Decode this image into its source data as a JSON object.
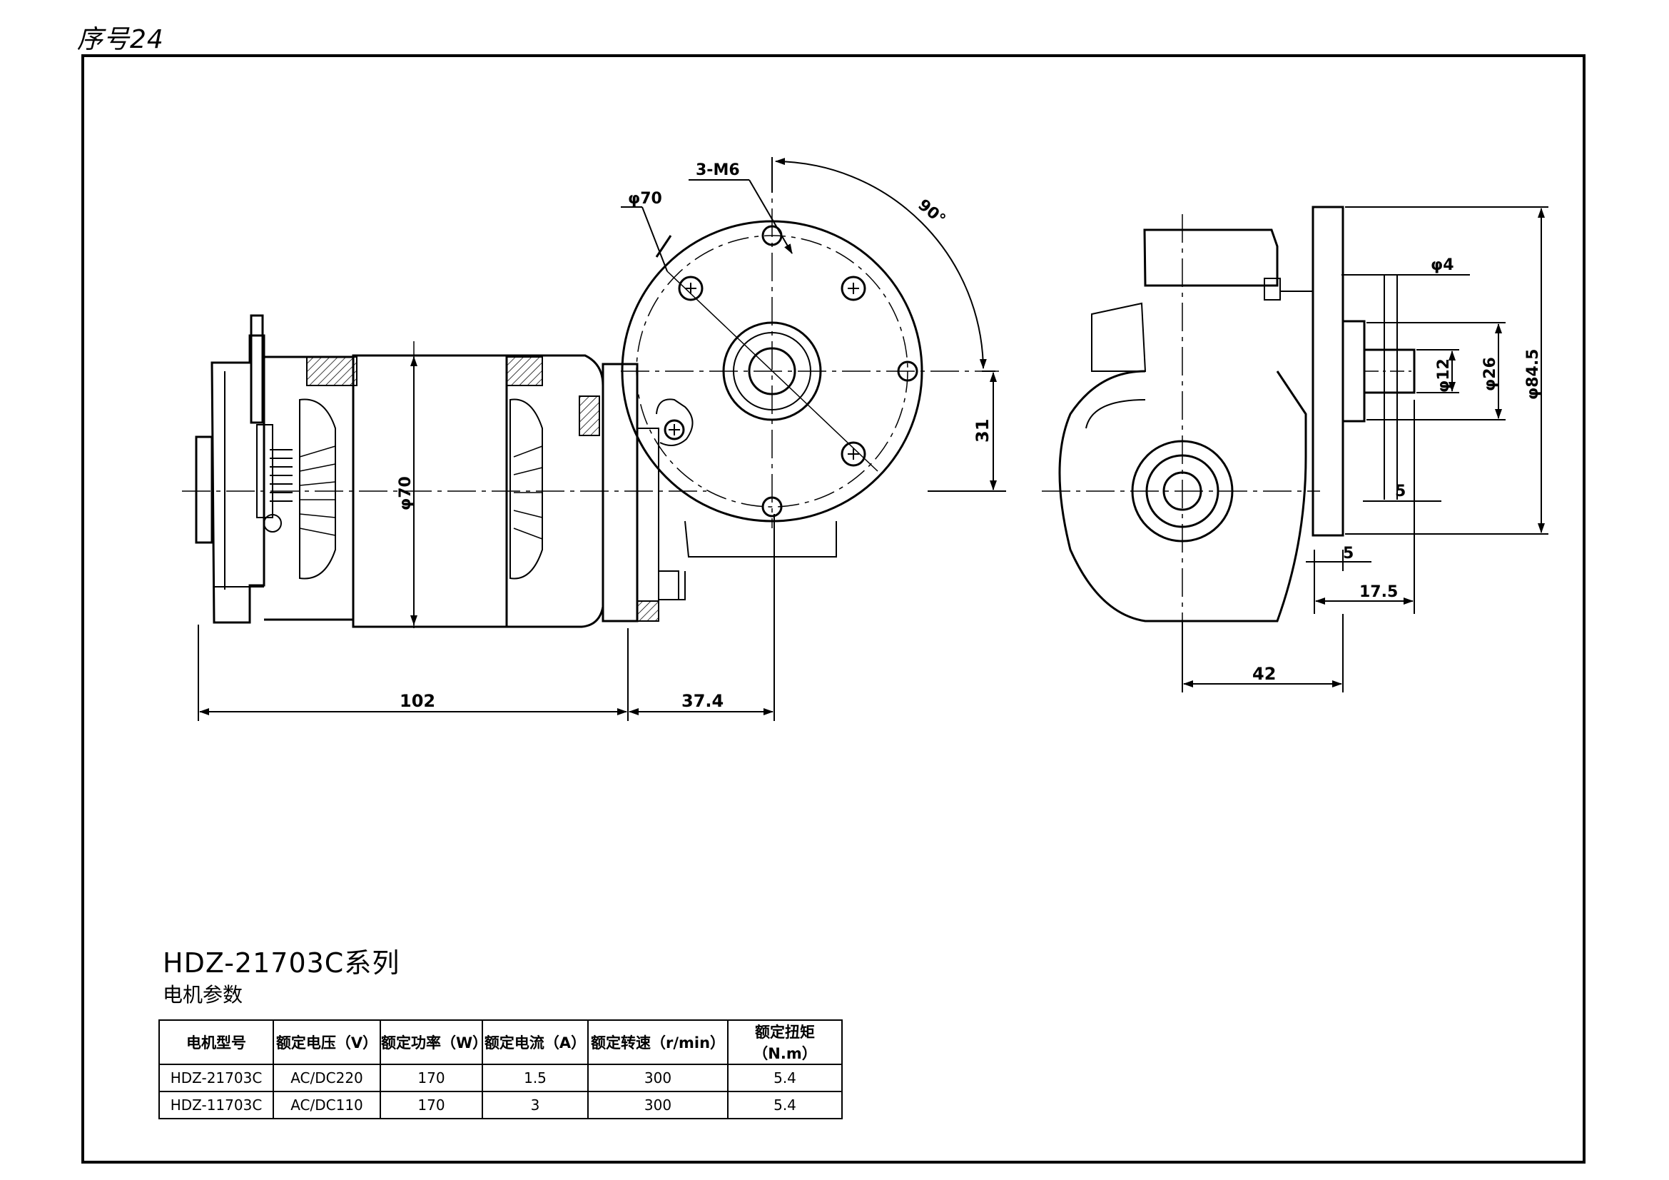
{
  "sheet": {
    "label": "序号24"
  },
  "dimensions": {
    "callout_thread": "3-M6",
    "dia_bolt_circle": "φ70",
    "angle": "90°",
    "dia_stator": "φ70",
    "length_motor": "102",
    "length_gearbox": "37.4",
    "offset_shaft": "31",
    "dia_pin": "φ4",
    "dia_shaft": "φ12",
    "dia_hub": "φ26",
    "dia_flange": "φ84.5",
    "gap_a": "5",
    "gap_b": "5",
    "shaft_length": "17.5",
    "width_side": "42"
  },
  "series": {
    "title": "HDZ-21703C系列",
    "subtitle": "电机参数"
  },
  "table": {
    "headers": [
      "电机型号",
      "额定电压（V）",
      "额定功率（W）",
      "额定电流（A）",
      "额定转速（r/min）",
      "额定扭矩（N.m）"
    ],
    "rows": [
      [
        "HDZ-21703C",
        "AC/DC220",
        "170",
        "1.5",
        "300",
        "5.4"
      ],
      [
        "HDZ-11703C",
        "AC/DC110",
        "170",
        "3",
        "300",
        "5.4"
      ]
    ]
  }
}
